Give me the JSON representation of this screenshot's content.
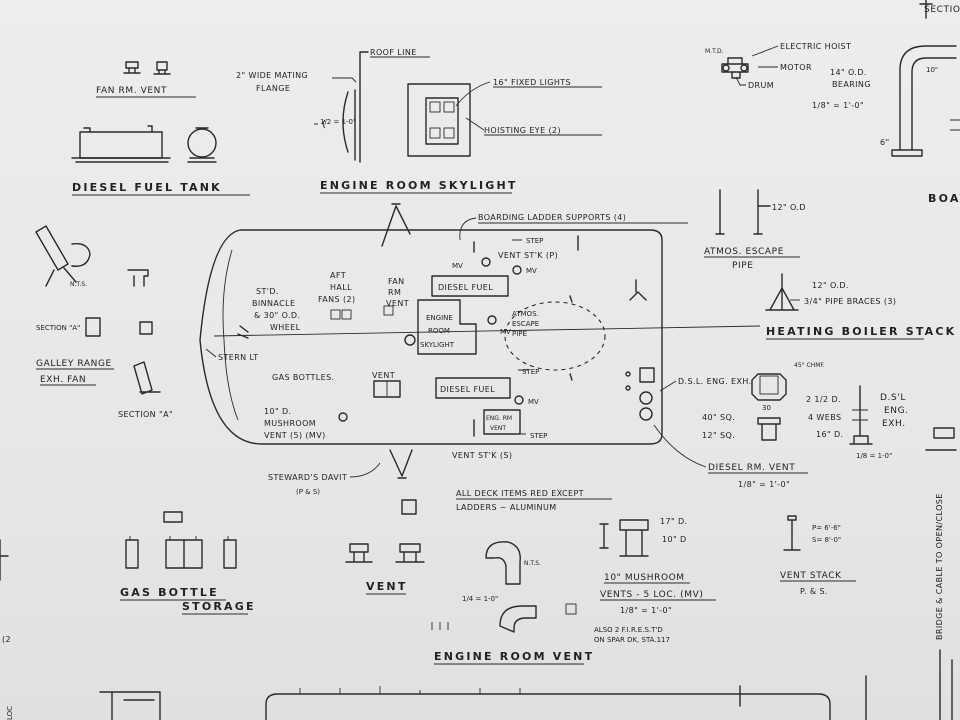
{
  "labels": {
    "fan_rm_vent": "FAN RM. VENT",
    "diesel_fuel_tank": "DIESEL FUEL TANK",
    "roof_line": "ROOF LINE",
    "mating_flange_1": "2\" WIDE MATING",
    "mating_flange_2": "FLANGE",
    "fixed_lights": "16\" FIXED LIGHTS",
    "hoisting_eye": "HOISTING EYE (2)",
    "scale_skylight": "1/2 = 1-0\"",
    "engine_room_skylight": "ENGINE ROOM SKYLIGHT",
    "electric_hoist": "ELECTRIC HOIST",
    "motor": "MOTOR",
    "drum": "DRUM",
    "bearing_1": "14\" O.D.",
    "bearing_2": "BEARING",
    "scale_hoist": "1/8\" = 1'-0\"",
    "six_in": "6\"",
    "ten_in": "10\"",
    "section_top": "SECTION",
    "boat_cut": "BOAT",
    "mtd": "M.T.D.",
    "boarding_ladder": "BOARDING LADDER SUPPORTS (4)",
    "step_1": "STEP",
    "vent_stk_p": "VENT ST'K (P)",
    "mv_1": "MV",
    "mv_2": "MV",
    "mv_3": "MV",
    "mv_4": "MV",
    "diesel_fuel_1": "DIESEL FUEL",
    "diesel_fuel_2": "DIESEL FUEL",
    "fan_rm_vent_deck_1": "FAN",
    "fan_rm_vent_deck_2": "RM",
    "fan_rm_vent_deck_3": "VENT",
    "aft_hall_1": "AFT",
    "aft_hall_2": "HALL",
    "aft_hall_3": "FANS (2)",
    "stbd_binnacle_1": "ST'D.",
    "stbd_binnacle_2": "BINNACLE",
    "stbd_binnacle_3": "& 30\" O.D.",
    "stbd_binnacle_4": "WHEEL",
    "engine_room_sky_1": "ENGINE",
    "engine_room_sky_2": "ROOM",
    "engine_room_sky_3": "SKYLIGHT",
    "atmos_escape_1": "ATMOS.",
    "atmos_escape_2": "ESCAPE",
    "atmos_escape_3": "PIPE",
    "stern_lt": "STERN LT",
    "gas_bottles": "GAS BOTTLES.",
    "vent_deck": "VENT",
    "step_2": "STEP",
    "step_3": "STEP",
    "mushroom_1": "10\" D.",
    "mushroom_2": "MUSHROOM",
    "mushroom_3": "VENT (5) (MV)",
    "engine_rm_vent_1": "ENG. RM",
    "engine_rm_vent_2": "VENT",
    "vent_stk_s": "VENT ST'K (S)",
    "stewards_davit": "STEWARD'S DAVIT",
    "p_and_s": "(P & S)",
    "section_a_small": "SECTION \"A\"",
    "galley_range_1": "GALLEY RANGE",
    "galley_range_2": "EXH. FAN",
    "section_a": "SECTION \"A\"",
    "atmos_escape_pipe_1": "ATMOS. ESCAPE",
    "atmos_escape_pipe_2": "PIPE",
    "twelve_od_1": "12\" O.D",
    "twelve_od_2": "12\" O.D.",
    "pipe_braces": "3/4\" PIPE BRACES (3)",
    "heating_boiler": "HEATING BOILER STACK",
    "dsl_eng_exh": "D.S.L. ENG. EXH.",
    "forty_sq": "40\" SQ.",
    "twelve_sq": "12\" SQ.",
    "thirty": "30",
    "forty_five": "45° CHMF.",
    "diesel_rm_vent": "DIESEL RM. VENT",
    "scale_diesel_vent": "1/8\" = 1'-0\"",
    "two_half_d": "2 1/2 D.",
    "four_webs": "4 WEBS",
    "sixteen_d": "16\" D.",
    "dsl_eng_exh_2_1": "D.S'L",
    "dsl_eng_exh_2_2": "ENG.",
    "dsl_eng_exh_2_3": "EXH.",
    "scale_exh": "1/8 = 1-0\"",
    "all_deck_1": "ALL DECK ITEMS RED EXCEPT",
    "all_deck_2": "LADDERS ~ ALUMINUM",
    "seventeen_d": "17\" D.",
    "ten_d": "10\" D",
    "mushroom_vents_1": "10\" MUSHROOM",
    "mushroom_vents_2": "VENTS - 5 LOC. (MV)",
    "scale_mushroom": "1/8\" = 1'-0\"",
    "also_1": "ALSO 2 F.I.R.E.S.T'D",
    "also_2": "ON SPAR DK, STA.117",
    "vent_stack": "VENT STACK",
    "vent_stack_ps": "P. & S.",
    "p_dim": "P= 6'-6\"",
    "s_dim": "S= 8'-0\"",
    "gas_bottle_1": "GAS BOTTLE",
    "gas_bottle_2": "STORAGE",
    "vent_title": "VENT",
    "engine_room_vent": "ENGINE ROOM VENT",
    "scale_erv": "1/4 = 1-0\"",
    "ntd": "N.T.S.",
    "bridge_cable": "BRIDGE & CABLE TO OPEN/CLOSE",
    "loc_left": "LOC",
    "side_left": "(2"
  },
  "colors": {
    "paper": "#e9eaea",
    "ink": "#2a2a2a"
  }
}
